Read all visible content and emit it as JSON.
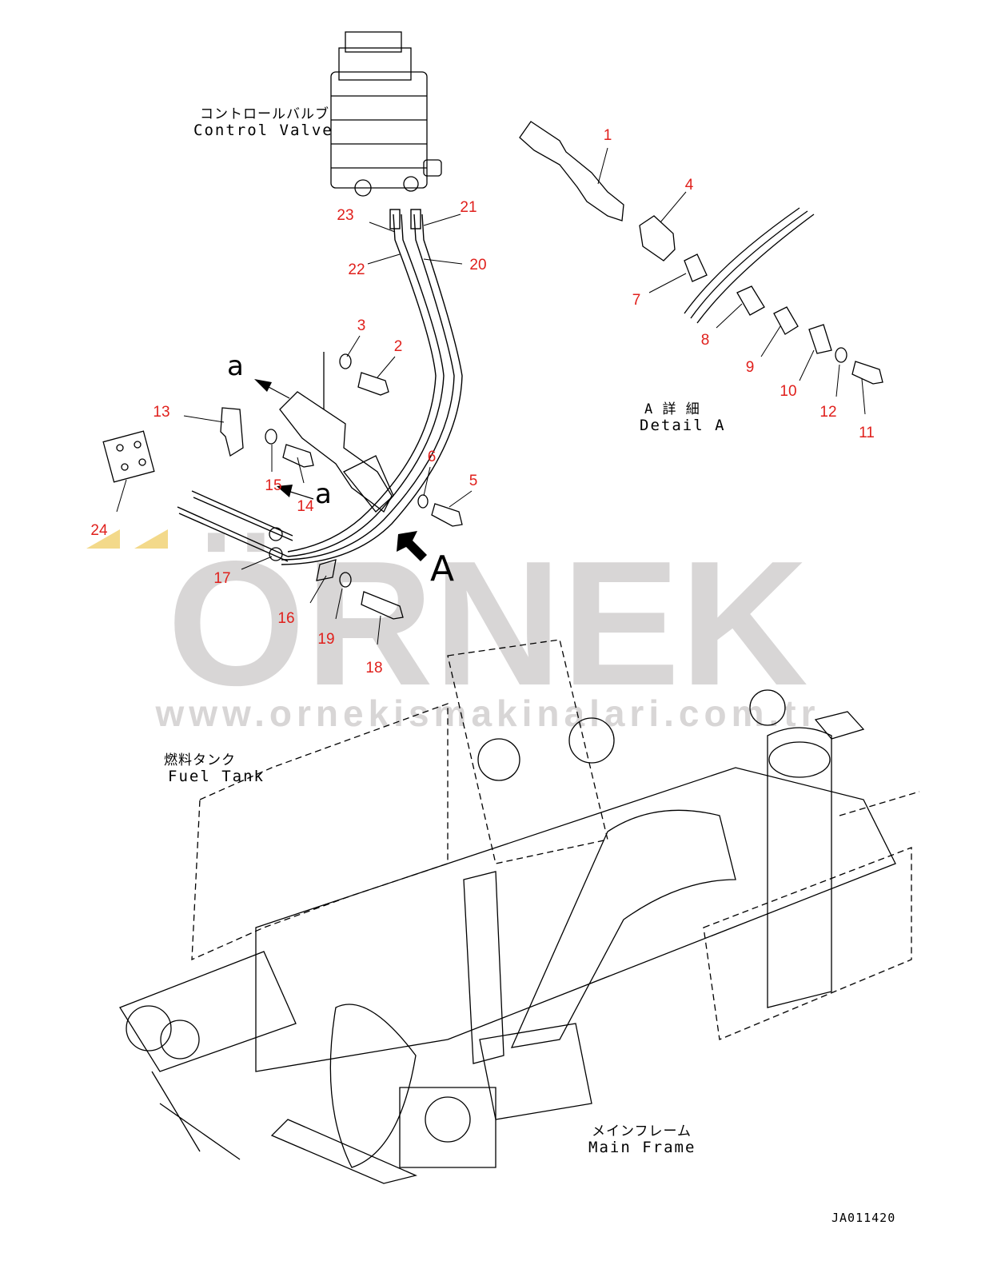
{
  "labels": {
    "control_valve_jp": "コントロールバルブ",
    "control_valve_en": "Control Valve",
    "detail_a_jp": "A 詳 細",
    "detail_a_en": "Detail A",
    "fuel_tank_jp": "燃料タンク",
    "fuel_tank_en": "Fuel Tank",
    "main_frame_jp": "メインフレーム",
    "main_frame_en": "Main Frame",
    "view_letter_a": "A",
    "view_letter_a_small_top": "a",
    "view_letter_a_small_bottom": "a",
    "drawing_code": "JA011420"
  },
  "watermark": {
    "brand": "ÖRNEK",
    "url": "www.ornekismakinalari.com.tr"
  },
  "callouts": [
    "1",
    "2",
    "3",
    "4",
    "5",
    "6",
    "7",
    "8",
    "9",
    "10",
    "11",
    "12",
    "13",
    "14",
    "15",
    "16",
    "17",
    "18",
    "19",
    "20",
    "21",
    "22",
    "23",
    "24"
  ],
  "colors": {
    "callout": "#e0201c",
    "watermark": "#d8d6d6",
    "watermark_accent": "#f3d98a",
    "line": "#000000"
  }
}
